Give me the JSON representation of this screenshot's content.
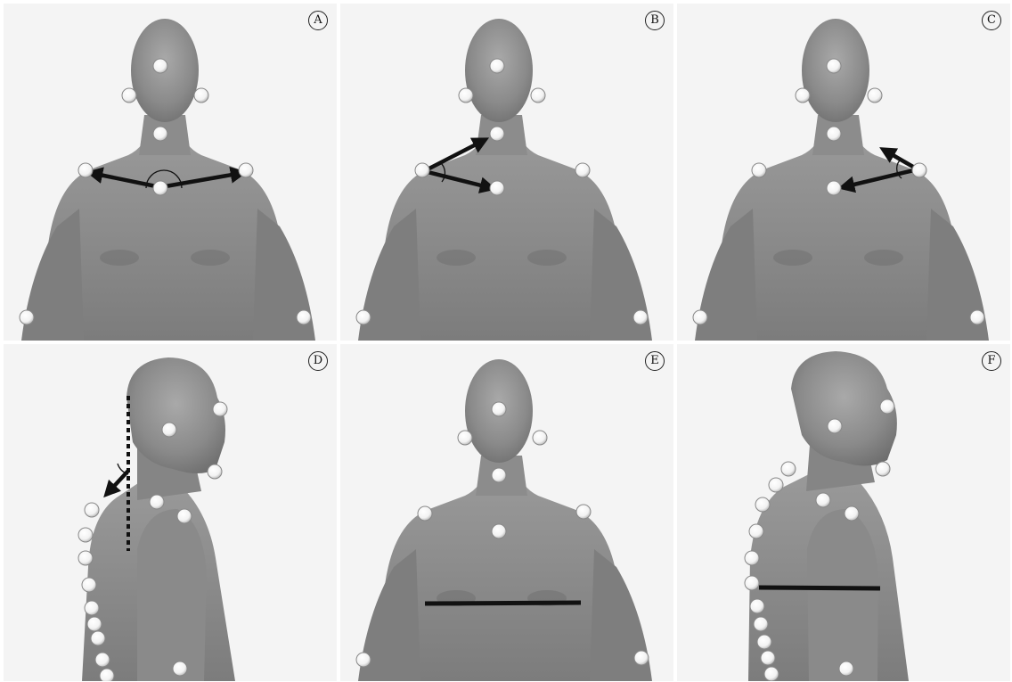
{
  "figure": {
    "panels": [
      {
        "id": "A",
        "letter": "A",
        "view": "front",
        "marker_color": "#ffffff",
        "line_color": "#111111"
      },
      {
        "id": "B",
        "letter": "B",
        "view": "front",
        "marker_color": "#ffffff",
        "line_color": "#111111"
      },
      {
        "id": "C",
        "letter": "C",
        "view": "front",
        "marker_color": "#ffffff",
        "line_color": "#111111"
      },
      {
        "id": "D",
        "letter": "D",
        "view": "side",
        "marker_color": "#ffffff",
        "line_color": "#111111"
      },
      {
        "id": "E",
        "letter": "E",
        "view": "front",
        "marker_color": "#ffffff",
        "line_color": "#111111"
      },
      {
        "id": "F",
        "letter": "F",
        "view": "side",
        "marker_color": "#ffffff",
        "line_color": "#111111"
      }
    ]
  }
}
